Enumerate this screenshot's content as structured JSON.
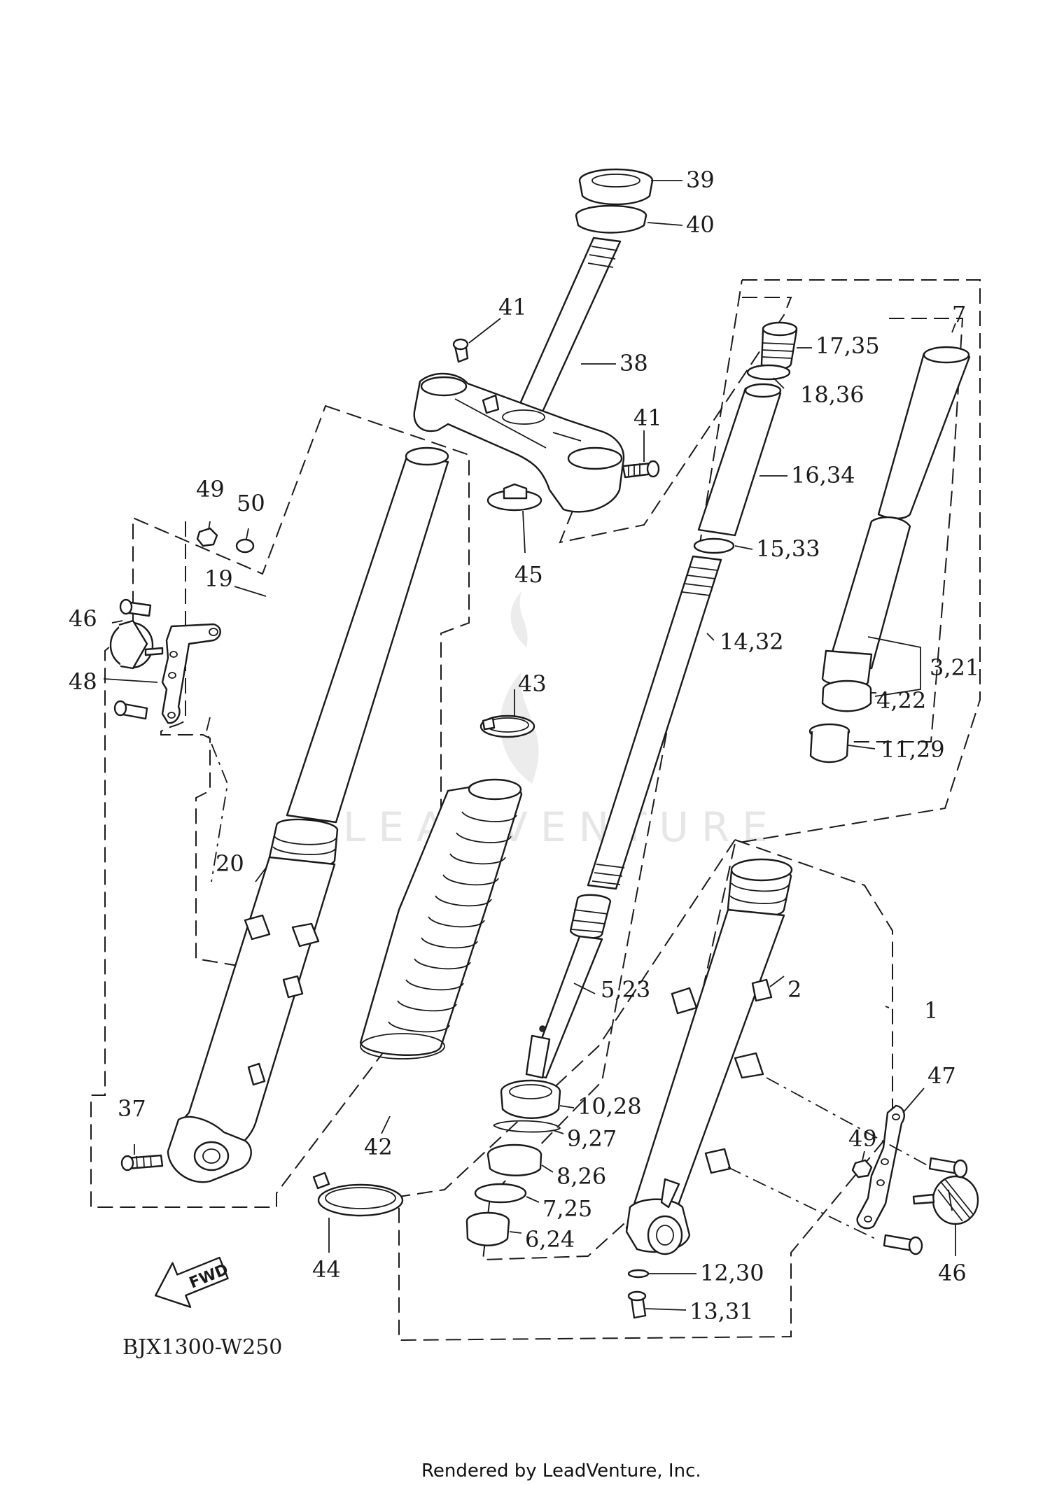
{
  "labels": {
    "p1": "1",
    "p2": "2",
    "p3_21": "3,21",
    "p4_22": "4,22",
    "p5_23": "5,23",
    "p6_24": "6,24",
    "p7": "7",
    "p7_25": "7,25",
    "p8_26": "8,26",
    "p9_27": "9,27",
    "p10_28": "10,28",
    "p11_29": "11,29",
    "p12_30": "12,30",
    "p13_31": "13,31",
    "p14_32": "14,32",
    "p15_33": "15,33",
    "p16_34": "16,34",
    "p17_35": "17,35",
    "p18_36": "18,36",
    "p19": "19",
    "p20": "20",
    "p37": "37",
    "p38": "38",
    "p39": "39",
    "p40": "40",
    "p41a": "41",
    "p41b": "41",
    "p42": "42",
    "p43": "43",
    "p44": "44",
    "p45": "45",
    "p46a": "46",
    "p46b": "46",
    "p47": "47",
    "p48": "48",
    "p49a": "49",
    "p49b": "49",
    "p50": "50"
  },
  "fwd_label": "FWD",
  "diagram_code": "BJX1300-W250",
  "watermark": "LEADVENTURE",
  "footer": "Rendered by LeadVenture, Inc."
}
